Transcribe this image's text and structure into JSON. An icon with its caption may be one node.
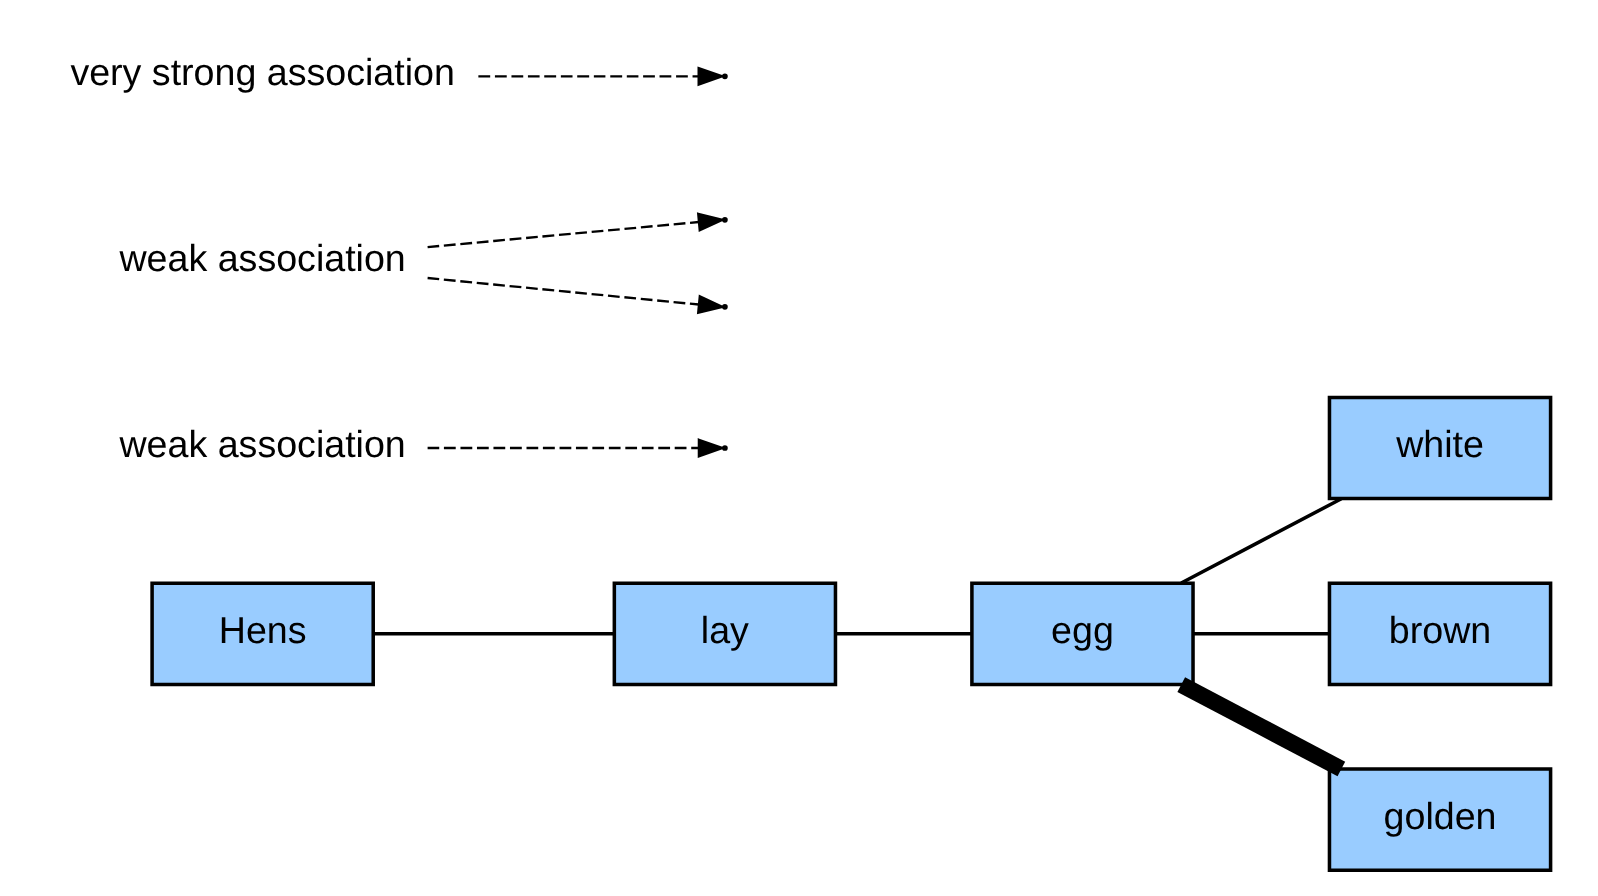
{
  "diagram": {
    "nodes": [
      {
        "text": [
          "Hens"
        ]
      },
      {
        "text": [
          "lay"
        ]
      },
      {
        "text": [
          "egg"
        ]
      },
      {
        "text": [
          "white"
        ]
      },
      {
        "text": [
          "brown"
        ]
      },
      {
        "text": [
          "golden"
        ]
      },
      {
        "text": [
          "weak association"
        ]
      },
      {
        "text": [
          "weak association"
        ]
      },
      {
        "text": [
          "very strong association"
        ]
      }
    ],
    "edges": [
      {
        "from": 0,
        "to": 1,
        "arrow": "none"
      },
      {
        "from": 1,
        "to": 2,
        "arrow": "none"
      },
      {
        "from": 2,
        "to": 3,
        "arrow": "none"
      },
      {
        "from": 2,
        "to": 4,
        "arrow": "none"
      },
      {
        "from": 2,
        "to": 5,
        "arrow": "none",
        "style": "thick"
      },
      {
        "from": 6,
        "to": null,
        "arrow": "to",
        "style": "dashed"
      },
      {
        "from": 7,
        "to": null,
        "arrow": "to",
        "style": "dashed"
      },
      {
        "from": 7,
        "to": null,
        "arrow": "to",
        "style": "dashed"
      },
      {
        "from": 8,
        "to": null,
        "arrow": "to",
        "style": "dashed"
      }
    ]
  }
}
